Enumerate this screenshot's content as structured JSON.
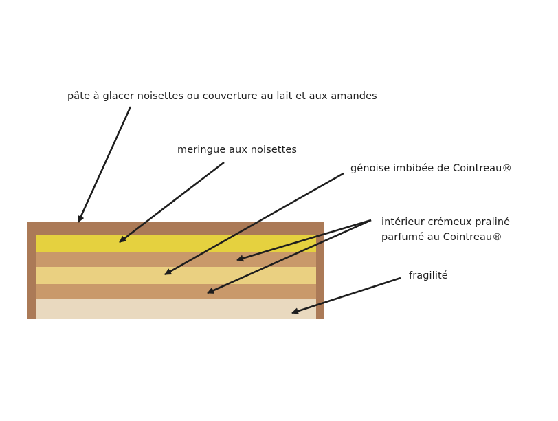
{
  "colors": {
    "glaze": "#ab7a57",
    "meringue": "#e5d13f",
    "cream": "#c9996a",
    "genoise": "#ead081",
    "fragilite": "#e9d9bf",
    "arrow": "#1e1e1e"
  },
  "layers": [
    {
      "key": "glaze",
      "label": "pâte à glacer noisettes ou couverture au lait et aux amandes"
    },
    {
      "key": "meringue",
      "label": "meringue aux noisettes"
    },
    {
      "key": "genoise",
      "label": "génoise imbibée de Cointreau®"
    },
    {
      "key": "cream",
      "label_lines": [
        "intérieur crémeux praliné",
        "parfumé au Cointreau®"
      ]
    },
    {
      "key": "fragilite",
      "label": "fragilité"
    }
  ]
}
